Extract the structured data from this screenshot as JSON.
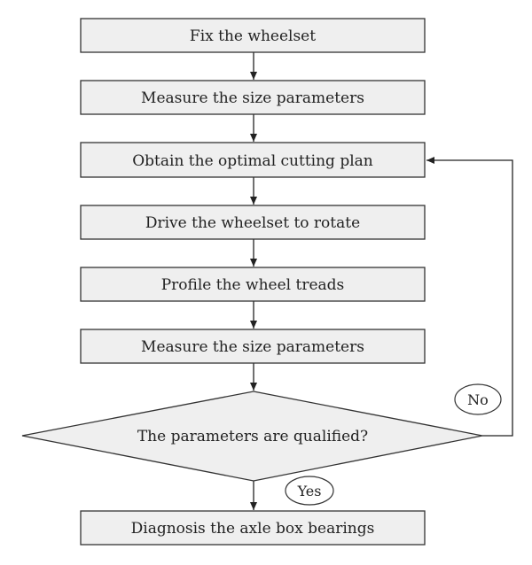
{
  "steps": {
    "fix_wheelset": "Fix the wheelset",
    "measure_size_1": "Measure the size parameters",
    "obtain_cutting_plan": "Obtain the optimal cutting plan",
    "drive_wheelset": "Drive the wheelset to rotate",
    "profile_treads": "Profile the wheel treads",
    "measure_size_2": "Measure the size parameters",
    "diagnosis_bearings": "Diagnosis the axle box bearings"
  },
  "decision": {
    "question": "The parameters are qualified?",
    "yes_label": "Yes",
    "no_label": "No"
  },
  "colors": {
    "box_fill": "#efefef",
    "stroke": "#333333",
    "text": "#222222"
  }
}
